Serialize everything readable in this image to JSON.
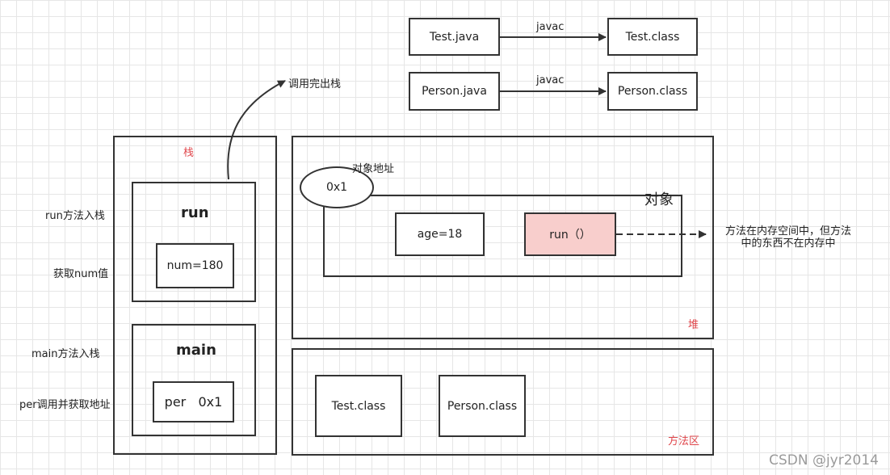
{
  "top": {
    "test_java": "Test.java",
    "test_class": "Test.class",
    "javac_1": "javac",
    "person_java": "Person.java",
    "person_class": "Person.class",
    "javac_2": "javac"
  },
  "stack": {
    "title": "栈",
    "pop_label": "调用完出栈",
    "run_frame": {
      "title": "run",
      "var": "num=180"
    },
    "main_frame": {
      "title": "main",
      "var": "per   0x1"
    },
    "side_labels": [
      "run方法入栈",
      "获取num值",
      "main方法入栈",
      "per调用并获取地址"
    ]
  },
  "heap": {
    "title": "堆",
    "address_label": "对象地址",
    "address": "0x1",
    "object_label": "对象",
    "field": "age=18",
    "method": "run（）",
    "note_line1": "方法在内存空间中，但方法",
    "note_line2": "中的东西不在内存中"
  },
  "method_area": {
    "title": "方法区",
    "class1": "Test.class",
    "class2": "Person.class"
  },
  "watermark": "CSDN @jyr2014"
}
